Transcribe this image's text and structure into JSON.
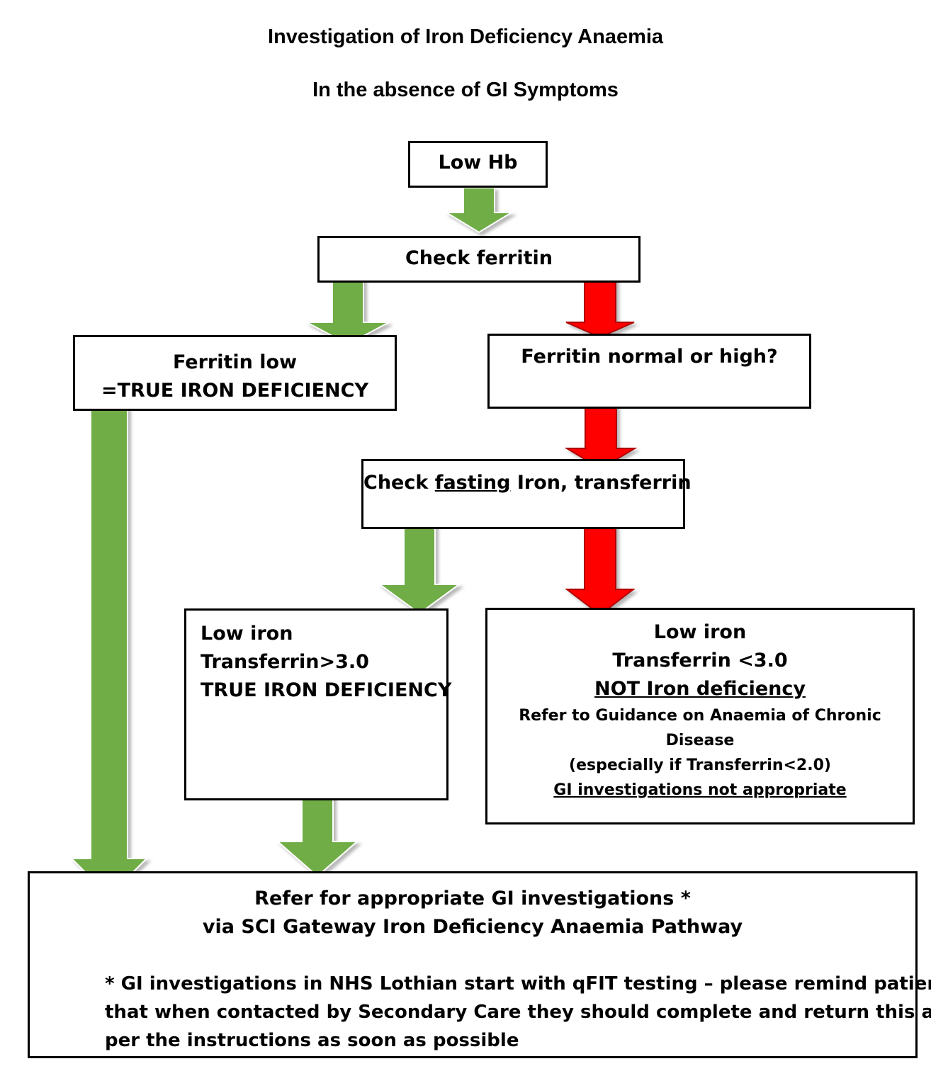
{
  "title": "Investigation of Iron Deficiency Anaemia",
  "subtitle": "In the absence of GI Symptoms",
  "nodes": {
    "low_hb": "Low Hb",
    "check_ferritin": "Check ferritin",
    "ferritin_low": [
      "Ferritin low",
      "=TRUE IRON DEFICIENCY"
    ],
    "ferritin_normal": "Ferritin normal or high?",
    "check_fasting": {
      "pre": "Check ",
      "underlined": "fasting",
      "post": " Iron, transferrin"
    },
    "true_iron_def": [
      "Low iron",
      "Transferrin>3.0",
      "TRUE IRON DEFICIENCY"
    ],
    "not_iron_def": {
      "line1": "Low iron",
      "line2": "Transferrin <3.0",
      "line3": "NOT Iron deficiency",
      "line4": "Refer to Guidance on Anaemia of Chronic",
      "line5": "Disease",
      "line6": "(especially if Transferrin<2.0)",
      "line7": "GI investigations not appropriate"
    },
    "refer": {
      "line1": "Refer for appropriate GI investigations *",
      "line2": "via SCI Gateway Iron Deficiency Anaemia Pathway",
      "note1": "* GI investigations in NHS Lothian start with qFIT testing – please remind patients",
      "note2": "that when contacted by Secondary Care they should complete and return this as",
      "note3": "per the instructions as soon as possible"
    }
  },
  "colors": {
    "yes_arrow": "#70ad47",
    "no_arrow": "#ff0000",
    "border": "#000000"
  }
}
